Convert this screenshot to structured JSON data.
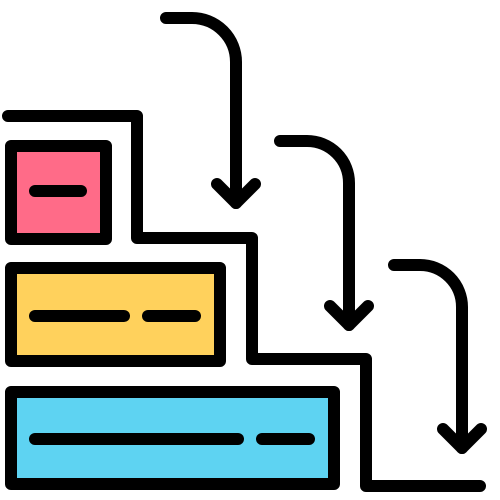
{
  "icon": {
    "name": "waterfall-steps-icon",
    "colors": {
      "outline": "#000000",
      "background": "#ffffff",
      "step_top": "#FF6B88",
      "step_middle": "#FFD15C",
      "step_bottom": "#5ED3F2"
    },
    "steps": [
      {
        "name": "step-top-block",
        "color_key": "step_top",
        "dash_count": 1
      },
      {
        "name": "step-middle-block",
        "color_key": "step_middle",
        "dash_count": 2
      },
      {
        "name": "step-bottom-block",
        "color_key": "step_bottom",
        "dash_count": 2
      }
    ],
    "arrows": [
      {
        "name": "arrow-down-icon-1"
      },
      {
        "name": "arrow-down-icon-2"
      },
      {
        "name": "arrow-down-icon-3"
      }
    ]
  }
}
